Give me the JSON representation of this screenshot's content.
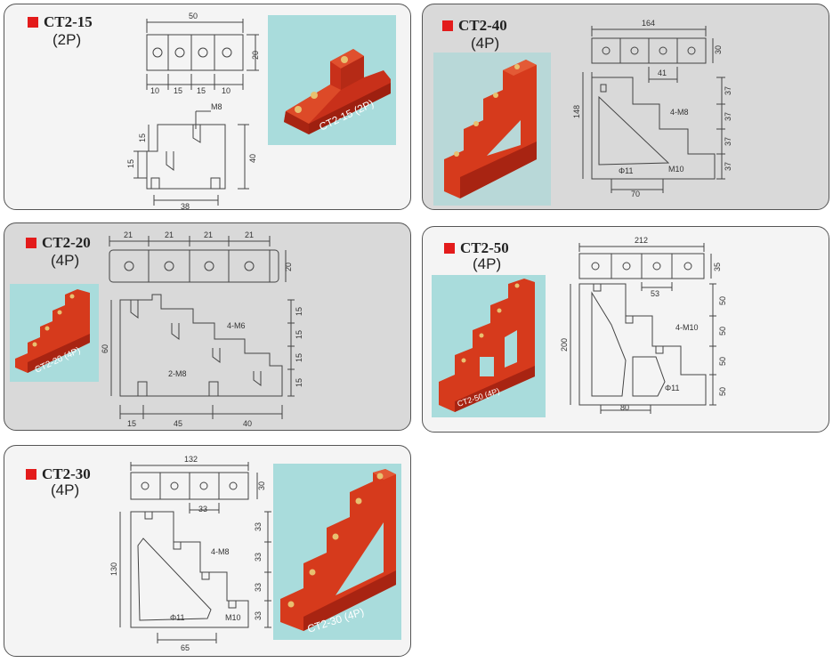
{
  "colors": {
    "accent_red": "#e31b1b",
    "photo_bg": "#a9dcdc",
    "part_red": "#d63a1c"
  },
  "panels": [
    {
      "id": "ct2-15",
      "title": "CT2-15",
      "poles": "(2P)",
      "photo_caption": "CT2-15 (2P)",
      "dims": {
        "width": "50",
        "height": "20",
        "spacing": [
          "10",
          "15",
          "15",
          "10"
        ],
        "side_a": "15",
        "side_b": "15",
        "side_c": "40",
        "base": "38",
        "thread": "M8"
      }
    },
    {
      "id": "ct2-40",
      "title": "CT2-40",
      "poles": "(4P)",
      "dims": {
        "width": "164",
        "height": "30",
        "pitch": "41",
        "total": "148",
        "steps": [
          "37",
          "37",
          "37",
          "37"
        ],
        "thread": "4-M8",
        "hole": "Φ11",
        "bolt": "M10",
        "base": "70"
      }
    },
    {
      "id": "ct2-20",
      "title": "CT2-20",
      "poles": "(4P)",
      "photo_caption": "CT2-20 (4P)",
      "dims": {
        "spacing": [
          "21",
          "21",
          "21",
          "21"
        ],
        "height": "20",
        "total": "60",
        "steps": [
          "15",
          "15",
          "15",
          "15"
        ],
        "thread": "4-M6",
        "bolt": "2-M8",
        "base": [
          "15",
          "45",
          "40"
        ]
      }
    },
    {
      "id": "ct2-50",
      "title": "CT2-50",
      "poles": "(4P)",
      "photo_caption": "CT2-50 (4P)",
      "dims": {
        "width": "212",
        "height": "35",
        "pitch": "53",
        "total": "200",
        "steps": [
          "50",
          "50",
          "50",
          "50"
        ],
        "thread": "4-M10",
        "hole": "Φ11",
        "base": "80"
      }
    },
    {
      "id": "ct2-30",
      "title": "CT2-30",
      "poles": "(4P)",
      "photo_caption": "CT2-30 (4P)",
      "dims": {
        "width": "132",
        "height": "30",
        "pitch": "33",
        "total": "130",
        "steps": [
          "33",
          "33",
          "33",
          "33"
        ],
        "thread": "4-M8",
        "hole": "Φ11",
        "bolt": "M10",
        "base": "65"
      }
    }
  ]
}
